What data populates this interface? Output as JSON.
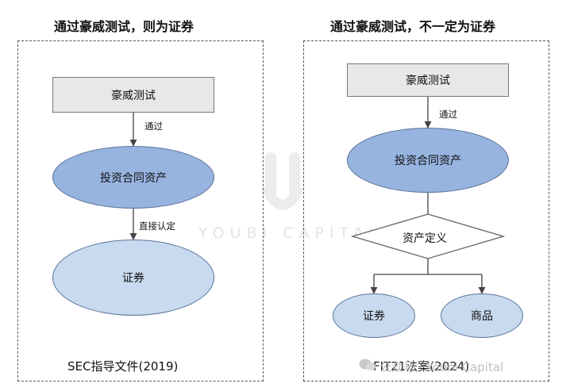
{
  "left": {
    "title": "通过豪威测试，则为证券",
    "box": "豪威测试",
    "edge1": "通过",
    "ellipse1": "投资合同资产",
    "edge2": "直接认定",
    "ellipse2": "证券",
    "caption": "SEC指导文件(2019)"
  },
  "right": {
    "title": "通过豪威测试，不一定为证券",
    "box": "豪威测试",
    "edge1": "通过",
    "ellipse1": "投资合同资产",
    "diamond": "资产定义",
    "leaf1": "证券",
    "leaf2": "商品",
    "caption": "FIT21法案(2024)"
  },
  "watermark": {
    "center": "YOUBI CAPITAL",
    "footer": "公众号 · Youbi Capital"
  },
  "colors": {
    "dark_ellipse": "#97b3df",
    "light_ellipse": "#c8daef",
    "box": "#e8e8e8"
  }
}
